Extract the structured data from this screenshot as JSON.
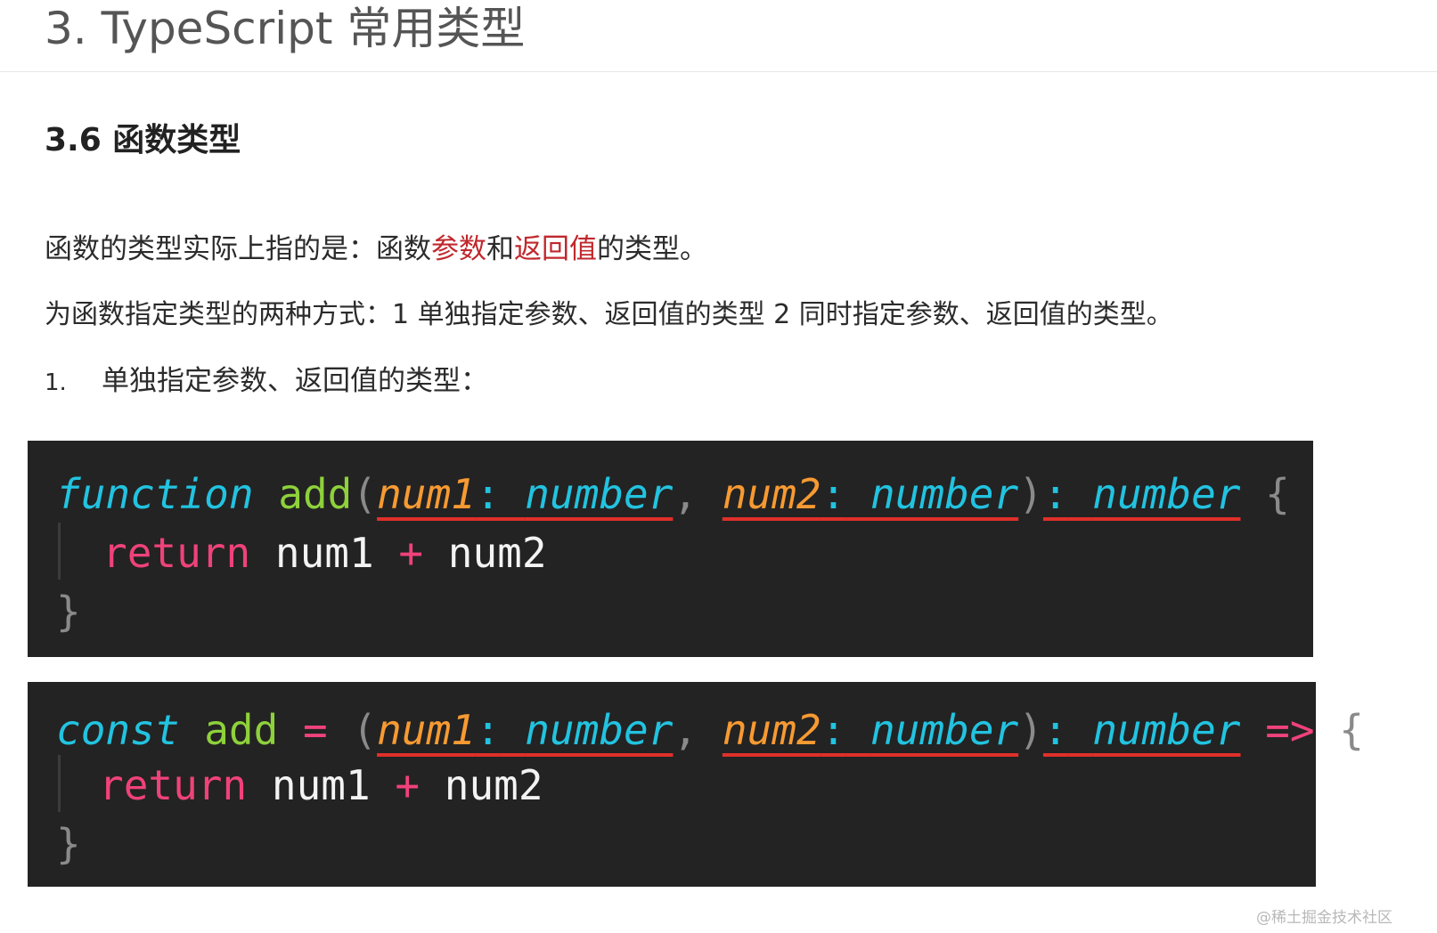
{
  "header": {
    "title": "3. TypeScript 常用类型"
  },
  "section": {
    "title": "3.6 函数类型"
  },
  "paragraph1": {
    "prefix": "函数的类型实际上指的是：函数",
    "param_word": "参数",
    "and": "和",
    "return_word": "返回值",
    "suffix": "的类型。"
  },
  "paragraph2": {
    "text": "为函数指定类型的两种方式：1 单独指定参数、返回值的类型 2 同时指定参数、返回值的类型。"
  },
  "list": {
    "number": "1.",
    "text": "单独指定参数、返回值的类型："
  },
  "code_block_1": {
    "kw_function": "function",
    "fn_name": "add",
    "open_paren": "(",
    "param1": "num1",
    "colon": ":",
    "type_number": "number",
    "comma": ",",
    "param2": "num2",
    "close_paren": ")",
    "open_brace": "{",
    "kw_return": "return",
    "ident1": "num1",
    "plus": "+",
    "ident2": "num2",
    "close_brace": "}"
  },
  "code_block_2": {
    "kw_const": "const",
    "var_name": "add",
    "equals": "=",
    "open_paren": "(",
    "param1": "num1",
    "colon": ":",
    "type_number": "number",
    "comma": ",",
    "param2": "num2",
    "close_paren": ")",
    "arrow": "=>",
    "open_brace": "{",
    "kw_return": "return",
    "ident1": "num1",
    "plus": "+",
    "ident2": "num2",
    "close_brace": "}"
  },
  "watermark": {
    "text": "@稀土掘金技术社区"
  },
  "colors": {
    "code_background": "#232323",
    "keyword_cyan": "#22c3e0",
    "function_green": "#8ed13b",
    "param_orange": "#f79a32",
    "return_pink": "#f0427a",
    "underline_red": "#e0302a",
    "highlight_red": "#c0282d"
  }
}
